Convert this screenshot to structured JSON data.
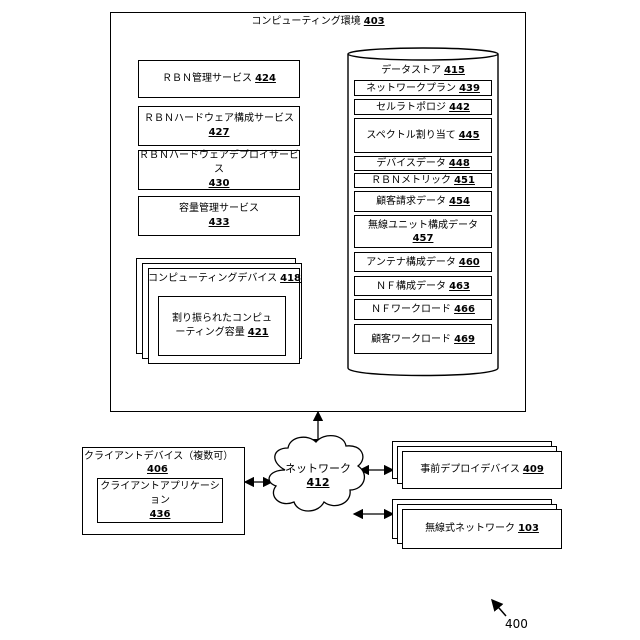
{
  "computing_env": {
    "label": "コンピューティング環境",
    "num": "403"
  },
  "services": [
    {
      "l1": "ＲＢＮ管理サービス",
      "num": "424"
    },
    {
      "l1": "ＲＢＮハードウェア構成サービス",
      "num": "427"
    },
    {
      "l1": "ＲＢＮハードウェアデプロイサービス",
      "num": "430"
    },
    {
      "l1": "容量管理サービス",
      "num": "433"
    }
  ],
  "computing_device": {
    "label": "コンピューティングデバイス",
    "num": "418",
    "inner_l1": "割り振られたコンピュ",
    "inner_l2": "ーティング容量",
    "inner_num": "421"
  },
  "datastore": {
    "label": "データストア",
    "num": "415",
    "rows": [
      {
        "l1": "ネットワークプラン",
        "num": "439"
      },
      {
        "l1": "セルラトポロジ",
        "num": "442"
      },
      {
        "l1": "スペクトル割り当て",
        "num": "445"
      },
      {
        "l1": "デバイスデータ",
        "num": "448"
      },
      {
        "l1": "ＲＢＮメトリック",
        "num": "451"
      },
      {
        "l1": "顧客請求データ",
        "num": "454"
      },
      {
        "l1": "無線ユニット構成データ",
        "num": "457"
      },
      {
        "l1": "アンテナ構成データ",
        "num": "460"
      },
      {
        "l1": "ＮＦ構成データ",
        "num": "463"
      },
      {
        "l1": "ＮＦワークロード",
        "num": "466"
      },
      {
        "l1": "顧客ワークロード",
        "num": "469"
      }
    ]
  },
  "client_device": {
    "label": "クライアントデバイス（複数可）",
    "num": "406",
    "app_label": "クライアントアプリケーション",
    "app_num": "436"
  },
  "network": {
    "label": "ネットワーク",
    "num": "412"
  },
  "predeployed": {
    "label": "事前デプロイデバイス",
    "num": "409"
  },
  "wireless": {
    "label": "無線式ネットワーク",
    "num": "103"
  },
  "figure_num": "400"
}
